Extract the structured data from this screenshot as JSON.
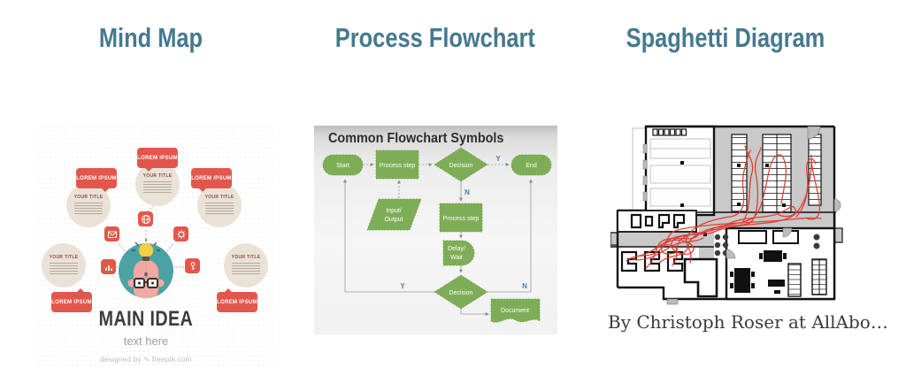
{
  "columns": [
    {
      "heading": "Mind Map"
    },
    {
      "heading": "Process Flowchart"
    },
    {
      "heading": "Spaghetti Diagram"
    }
  ],
  "mindmap": {
    "bubbles": {
      "top": "LOREM IPSUM",
      "upper_left": "LOREM IPSUM",
      "upper_right": "LOREM IPSUM",
      "bottom_left": "LOREM IPSUM",
      "bottom_right": "LOREM IPSUM"
    },
    "circles": {
      "top": "YOUR TITLE",
      "upper_left": "YOUR TITLE",
      "upper_right": "YOUR TITLE",
      "mid_left": "YOUR TITLE",
      "mid_right": "YOUR TITLE"
    },
    "main_title": "MAIN IDEA",
    "subtitle": "text here",
    "credit_prefix": "designed by",
    "credit_icon": "✎",
    "credit_site": "freepik.com",
    "icons": [
      "globe-icon",
      "envelope-icon",
      "gear-icon",
      "bar-chart-icon",
      "key-icon"
    ]
  },
  "flowchart": {
    "title": "Common Flowchart Symbols",
    "nodes": {
      "start": "Start",
      "process1": "Process step",
      "decision1": "Decision",
      "end": "End",
      "io1": "Input/",
      "io2": "Output",
      "process2": "Process step",
      "delay1": "Delay/",
      "delay2": "Wait",
      "decision2": "Decision",
      "document": "Document"
    },
    "branches": {
      "d1_yes": "Y",
      "d1_no": "N",
      "d2_yes": "Y",
      "d2_no": "N"
    }
  },
  "spaghetti": {
    "caption": "By Christoph Roser at AllAbo…"
  },
  "colors": {
    "heading": "#46798f",
    "mindmap_red": "#e2574c",
    "mindmap_teal": "#4aa2a5",
    "flowchart_green": "#7ead57",
    "spaghetti_red": "#e0352b"
  }
}
